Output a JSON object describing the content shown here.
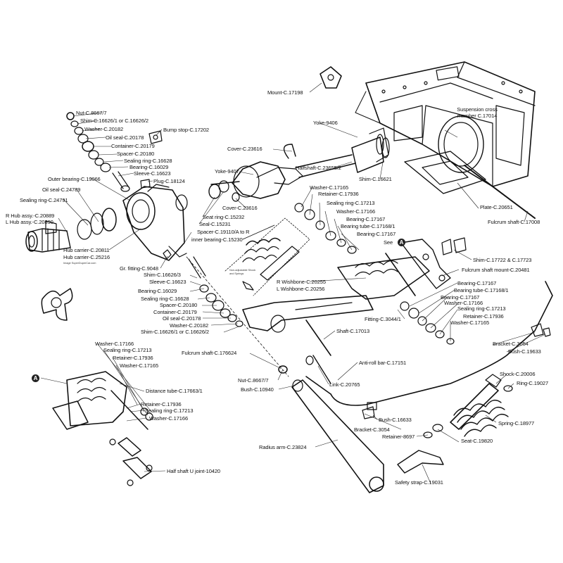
{
  "callout_marker": "A",
  "watermark": "Image SuperDuperCar.com",
  "inset_note": "Non-adjustable Shock and Springs",
  "labels": {
    "mount": "Mount-C.17198",
    "nut_top": "Nut-C.8667/7",
    "shim_top": "Shim-C.16626/1 or C.16626/2",
    "washer_top": "Washer-C.20182",
    "bump_stop": "Bump stop-C.17202",
    "oil_seal_top": "Oil seal-C.20178",
    "container_top": "Container-C.20179",
    "spacer_top": "Spacer-C.20180",
    "sealing_ring_top": "Sealing ring-C.16628",
    "bearing_top": "Bearing-C.16029",
    "sleeve_top": "Sleeve-C.16623",
    "plug": "Plug-C.18124",
    "outer_bearing": "Outer bearing-C.19066",
    "oil_seal_outer": "Oil seal-C.24789",
    "sealing_ring_outer": "Sealing ring-C.24791",
    "r_hub": "R Hub assy.-C.20889",
    "l_hub": "L Hub assy.-C.20890",
    "hub_carrier": "Hub carrier-C.20811",
    "hub_carrier2": "Hub carrier-C.25216",
    "gr_fitting": "Gr. fitting-C.9048",
    "shim_mid": "Shim-C.16626/3",
    "sleeve_mid": "Sleeve-C.16623",
    "bearing_mid": "Bearing-C.16029",
    "sealing_ring_mid": "Sealing ring-C.16628",
    "spacer_mid": "Spacer-C.20180",
    "container_mid": "Container-C.20179",
    "oil_seal_mid": "Oil seal-C.20178",
    "washer_mid": "Washer-C.20182",
    "shim_mid2": "Shim-C.16626/1 or C.16626/2",
    "fulcrum_shaft_bottom": "Fulcrum shaft-C.176624",
    "yoke_top": "Yoke-9406",
    "cover_top": "Cover-C.23616",
    "yoke_mid": "Yoke-9407",
    "halfshaft": "Halfshaft-C.23655/2",
    "shim_yoke": "Shim-C.16621",
    "cover_mid": "Cover-C.23616",
    "seat_ring": "Seat ring-C.15232",
    "seal": "Seal-C.15231",
    "spacer_inner": "Spacer-C.19110/A to R",
    "inner_bearing": "inner bearing-C.15230",
    "suspension_cross": "Suspension cross member C.17014",
    "plate": "Plate-C.20651",
    "fulcrum_shaft_top": "Fulcrum shaft-C.17008",
    "washer_r1": "Washer-C.17165",
    "retainer_r1": "Retainer-C.17936",
    "sealing_ring_r1": "Sealing ring-C.17213",
    "washer_r2": "Washer-C.17166",
    "bearing_r1": "Bearing-C.17167",
    "bearing_tube_r1": "Bearing tube-C.17168/1",
    "bearing_r2": "Bearing-C.17167",
    "see": "See",
    "shim_r": "Shim-C.17722 & C.17723",
    "fulcrum_mount": "Fulcrum shaft mount-C.20481",
    "r_wishbone": "R Wishbone-C.20255",
    "l_wishbone": "L Wishbone-C.20256",
    "bearing_r3": "Bearing-C.17167",
    "bearing_tube_r2": "Bearing tube-C.17168/1",
    "bearing_r4": "Bearing-C.17167",
    "washer_r3": "Washer-C.17166",
    "sealing_ring_r2": "Sealing ring-C.17213",
    "retainer_r2": "Retainer-C.17936",
    "washer_r4": "Washer-C.17165",
    "fitting": "Fitting-C.3044/1",
    "shaft": "Shaft-C.17013",
    "bracket_r": "Bracket-C.3054",
    "bush_r": "Bush-C.19633",
    "anti_roll": "Anti-roll bar-C.17151",
    "nut_bottom": "Nut-C.8667/7",
    "bush_bottom": "Bush-C.10940",
    "link": "Link-C.20765",
    "bush_mid": "Bush-C.16633",
    "bracket_mid": "Bracket-C.3054",
    "retainer_bottom": "Retainer-8697",
    "shock": "Shock-C.20006",
    "ring": "Ring-C.19027",
    "spring": "Spring-C.18977",
    "seat": "Seat-C.19820",
    "radius_arm": "Radius arm-C.23824",
    "safety_strap": "Safety strap-C.19031",
    "washer_l1": "Washer-C.17166",
    "sealing_ring_l1": "Sealing ring-C.17213",
    "retainer_l1": "Retainer-C.17936",
    "washer_l2": "Washer-C.17165",
    "distance_tube": "Distance tube-C.17663/1",
    "retainer_l2": "Retainer-C.17936",
    "sealing_ring_l2": "Sealing ring-C.17213",
    "washer_l3": "Washer-C.17166",
    "half_shaft_u": "Half shaft U joint-10420"
  }
}
